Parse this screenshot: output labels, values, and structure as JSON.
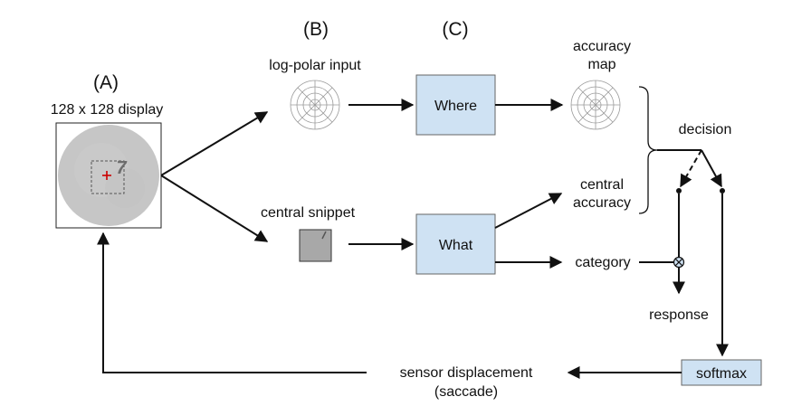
{
  "panel_labels": {
    "a": "(A)",
    "b": "(B)",
    "c": "(C)"
  },
  "display": {
    "caption": "128 x 128 display",
    "digit": "7"
  },
  "logpolar": {
    "label": "log-polar input"
  },
  "snippet": {
    "label": "central snippet"
  },
  "where_box": {
    "label": "Where"
  },
  "what_box": {
    "label": "What"
  },
  "accuracy_map": {
    "line1": "accuracy",
    "line2": "map"
  },
  "central_accuracy": {
    "line1": "central",
    "line2": "accuracy"
  },
  "category": {
    "label": "category"
  },
  "decision": {
    "label": "decision"
  },
  "response": {
    "label": "response"
  },
  "softmax": {
    "label": "softmax"
  },
  "sensor": {
    "line1": "sensor displacement",
    "line2": "(saccade)"
  },
  "colors": {
    "box_fill": "#cfe2f3",
    "fixation_cross": "#cc0000",
    "display_disk": "#c6c6c6",
    "snippet_fill": "#a8a8a8"
  },
  "icons": {
    "fixation": "cross-icon",
    "multiply": "circled-times-icon"
  }
}
